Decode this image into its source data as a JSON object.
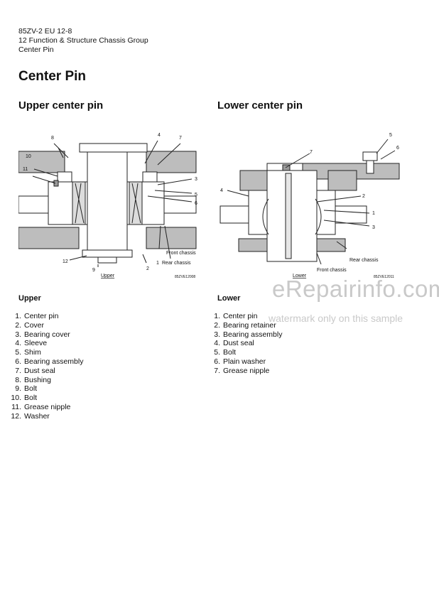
{
  "header": {
    "line1": "85ZV-2 EU 12-8",
    "line2": "12 Function & Structure Chassis Group",
    "line3": "Center Pin"
  },
  "page_title": "Center Pin",
  "upper": {
    "heading": "Upper center pin",
    "figure": {
      "callouts": [
        "1",
        "2",
        "3",
        "4",
        "5",
        "6",
        "7",
        "8",
        "9",
        "10",
        "11",
        "12"
      ],
      "front_label": "Front chassis",
      "rear_label": "Rear chassis",
      "caption": "Upper",
      "code": "85ZVE12008"
    },
    "list_title": "Upper",
    "items": [
      {
        "num": "1.",
        "text": "Center pin"
      },
      {
        "num": "2.",
        "text": "Cover"
      },
      {
        "num": "3.",
        "text": "Bearing cover"
      },
      {
        "num": "4.",
        "text": "Sleeve"
      },
      {
        "num": "5.",
        "text": "Shim"
      },
      {
        "num": "6.",
        "text": "Bearing assembly"
      },
      {
        "num": "7.",
        "text": "Dust seal"
      },
      {
        "num": "8.",
        "text": "Bushing"
      },
      {
        "num": "9.",
        "text": "Bolt"
      },
      {
        "num": "10.",
        "text": "Bolt"
      },
      {
        "num": "11.",
        "text": "Grease nipple"
      },
      {
        "num": "12.",
        "text": "Washer"
      }
    ]
  },
  "lower": {
    "heading": "Lower center pin",
    "figure": {
      "callouts": [
        "1",
        "2",
        "3",
        "4",
        "5",
        "6",
        "7"
      ],
      "front_label": "Front chassis",
      "rear_label": "Rear chassis",
      "caption": "Lower",
      "code": "85ZVE12011"
    },
    "list_title": "Lower",
    "items": [
      {
        "num": "1.",
        "text": "Center pin"
      },
      {
        "num": "2.",
        "text": "Bearing retainer"
      },
      {
        "num": "3.",
        "text": "Bearing assembly"
      },
      {
        "num": "4.",
        "text": "Dust seal"
      },
      {
        "num": "5.",
        "text": "Bolt"
      },
      {
        "num": "6.",
        "text": "Plain washer"
      },
      {
        "num": "7.",
        "text": "Grease nipple"
      }
    ]
  },
  "watermark": {
    "logo": "eRepairinfo.com",
    "note": "watermark only on this sample"
  }
}
